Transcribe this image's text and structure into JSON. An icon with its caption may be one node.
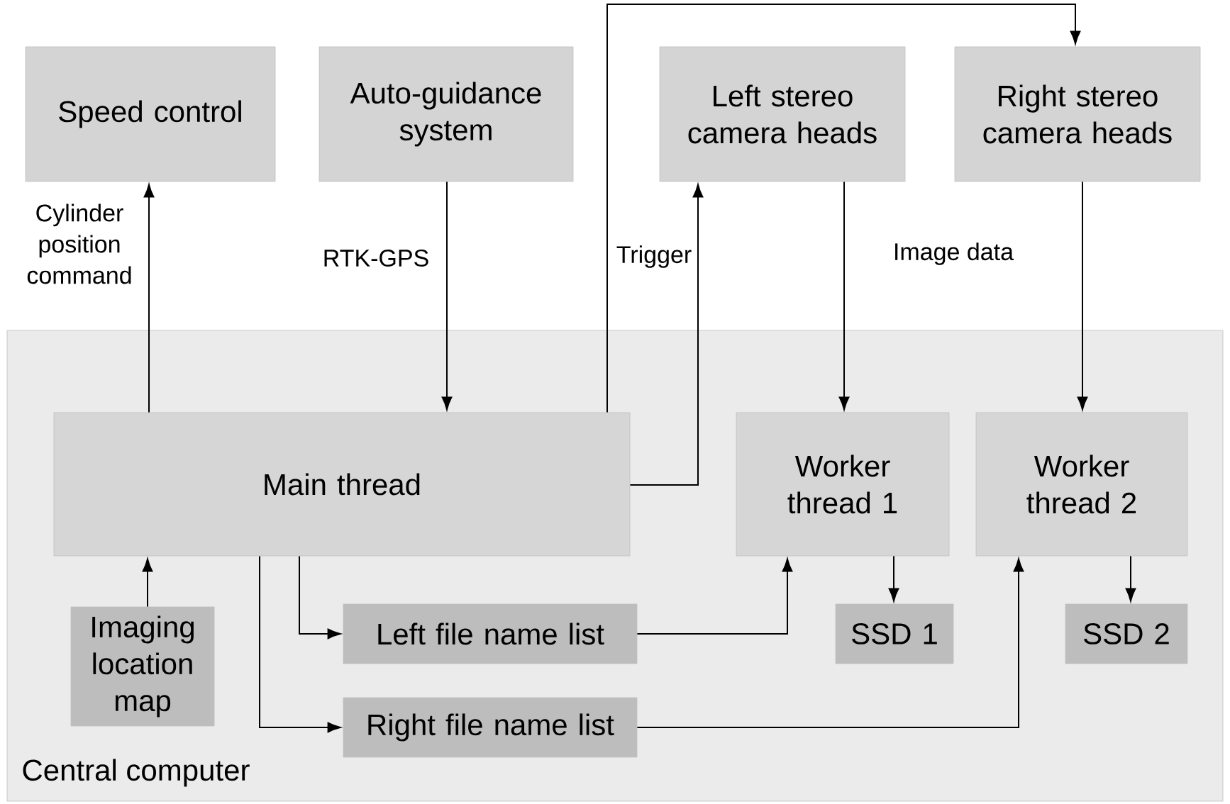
{
  "diagram": {
    "nodes": [
      {
        "text": [
          "Speed control"
        ]
      },
      {
        "text": [
          "Auto-guidance system"
        ]
      },
      {
        "text": [
          "Left stereo camera heads"
        ]
      },
      {
        "text": [
          "Right stereo camera heads"
        ]
      },
      {
        "text": [
          "Central computer"
        ]
      },
      {
        "text": [
          "Main thread"
        ],
        "in": 4
      },
      {
        "text": [
          "Worker thread 1"
        ],
        "in": 4
      },
      {
        "text": [
          "Worker thread 2"
        ],
        "in": 4
      },
      {
        "text": [
          "Imaging location map"
        ],
        "in": 4
      },
      {
        "text": [
          "Left file name list"
        ],
        "in": 4
      },
      {
        "text": [
          "SSD 1"
        ],
        "in": 4
      },
      {
        "text": [
          "SSD 2"
        ],
        "in": 4
      },
      {
        "text": [
          "Right file name list"
        ],
        "in": 4
      }
    ],
    "edges": [
      {
        "from": 5,
        "to": 0,
        "arrow": "to",
        "label": "Cylinder position command"
      },
      {
        "from": 1,
        "to": 5,
        "arrow": "to",
        "label": "RTK-GPS"
      },
      {
        "from": 5,
        "to": 2,
        "arrow": "to",
        "label": "Trigger"
      },
      {
        "from": 5,
        "to": 3,
        "arrow": "to"
      },
      {
        "from": 2,
        "to": 6,
        "arrow": "to",
        "label": "Image data"
      },
      {
        "from": 3,
        "to": 7,
        "arrow": "to"
      },
      {
        "from": 6,
        "to": 10,
        "arrow": "to"
      },
      {
        "from": 7,
        "to": 11,
        "arrow": "to"
      },
      {
        "from": 8,
        "to": 5,
        "arrow": "to"
      },
      {
        "from": 5,
        "to": 9,
        "arrow": "to"
      },
      {
        "from": 5,
        "to": 12,
        "arrow": "to"
      },
      {
        "from": 9,
        "to": 6,
        "arrow": "to"
      },
      {
        "from": 12,
        "to": 7,
        "arrow": "to"
      }
    ]
  }
}
